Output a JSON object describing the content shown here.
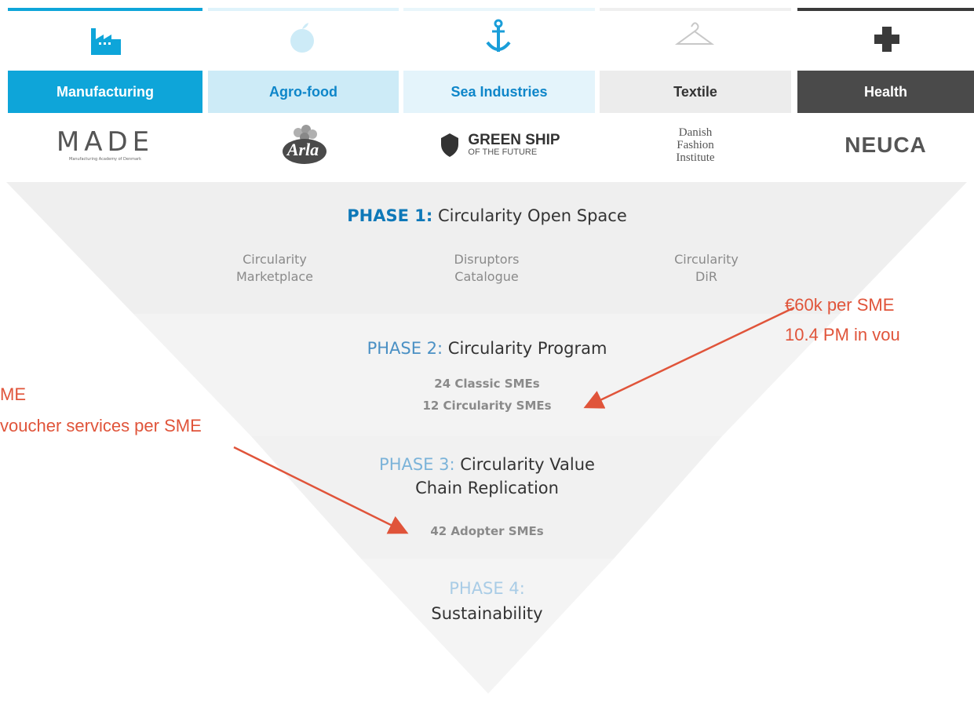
{
  "sectors": [
    {
      "label": "Manufacturing",
      "icon": "factory-icon",
      "bg": "#0ea5d9",
      "text": "#ffffff",
      "bar": "#0ea5d9",
      "icon_color": "#0ea5d9",
      "partner": "MADE",
      "partner_sub": "Manufacturing Academy of Denmark"
    },
    {
      "label": "Agro-food",
      "icon": "apple-icon",
      "bg": "#cdebf7",
      "text": "#0e86c9",
      "bar": "#dff3fb",
      "icon_color": "#cdebf7",
      "partner": "Arla"
    },
    {
      "label": "Sea Industries",
      "icon": "anchor-icon",
      "bg": "#e4f4fb",
      "text": "#0e86c9",
      "bar": "#e9f6fb",
      "icon_color": "#1a9ed9",
      "partner": "GREEN SHIP",
      "partner_sub": "OF THE FUTURE"
    },
    {
      "label": "Textile",
      "icon": "hanger-icon",
      "bg": "#ececec",
      "text": "#333333",
      "bar": "#efefef",
      "icon_color": "#c8c8c8",
      "partner": "Danish Fashion Institute"
    },
    {
      "label": "Health",
      "icon": "cross-icon",
      "bg": "#4a4a4a",
      "text": "#ffffff",
      "bar": "#3a3a3a",
      "icon_color": "#3a3a3a",
      "partner": "NEUCA"
    }
  ],
  "phases": [
    {
      "label": "PHASE 1:",
      "title": "Circularity Open Space",
      "label_color": "#0e78b8",
      "items": [
        {
          "line1": "Circularity",
          "line2": "Marketplace"
        },
        {
          "line1": "Disruptors",
          "line2": "Catalogue"
        },
        {
          "line1": "Circularity",
          "line2": "DiR"
        }
      ]
    },
    {
      "label": "PHASE 2:",
      "title": "Circularity Program",
      "label_color": "#4a90c4",
      "items": [
        {
          "line1": "24 Classic SMEs"
        },
        {
          "line1": "12 Circularity SMEs"
        }
      ]
    },
    {
      "label": "PHASE 3:",
      "title": "Circularity Value",
      "title2": "Chain Replication",
      "label_color": "#7bb3d9",
      "items": [
        {
          "line1": "42 Adopter SMEs"
        }
      ]
    },
    {
      "label": "PHASE 4:",
      "title": "Sustainability",
      "label_color": "#a9cce6",
      "items": []
    }
  ],
  "annotations": {
    "right_line1": "€60k per SME",
    "right_line2": "10.4 PM in vou",
    "left_line1": "ME",
    "left_line2": "voucher services per SME",
    "color": "#e0543a"
  }
}
